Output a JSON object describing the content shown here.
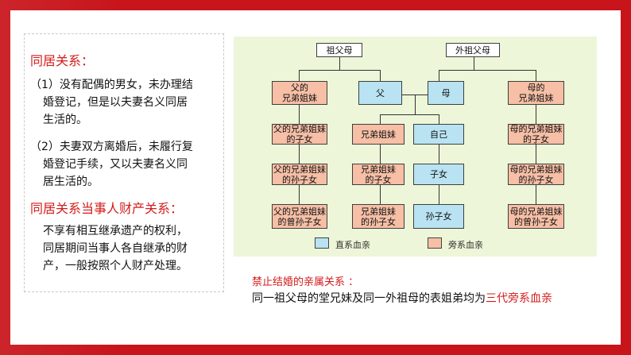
{
  "left": {
    "heading1": "同居关系：",
    "item1_line1": "（1）没有配偶的男女，未办理结",
    "item1_line2": "婚登记，但是以夫妻名义同居",
    "item1_line3": "生活的。",
    "item2_line1": "（2）夫妻双方离婚后，未履行复",
    "item2_line2": "婚登记手续，又以夫妻名义同",
    "item2_line3": "居生活的。",
    "heading2": "同居关系当事人财产关系：",
    "para_line1": "不享有相互继承遗产的权利，",
    "para_line2": "同居期间当事人各自继承的财",
    "para_line3": "产，一般按照个人财产处理。"
  },
  "tree": {
    "grandparents": "祖父母",
    "maternal_grandparents": "外祖父母",
    "father_siblings": "父的\n兄弟姐妹",
    "father": "父",
    "mother": "母",
    "mother_siblings": "母的\n兄弟姐妹",
    "father_siblings_children": "父的兄弟姐妹\n的子女",
    "siblings": "兄弟姐妹",
    "self": "自己",
    "mother_siblings_children": "母的兄弟姐妹\n的子女",
    "father_siblings_grandchildren": "父的兄弟姐妹\n的孙子女",
    "siblings_children": "兄弟姐妹\n的子女",
    "children": "子女",
    "mother_siblings_grandchildren": "母的兄弟姐妹\n的孙子女",
    "father_siblings_great_grandchildren": "父的兄弟姐妹\n的曾孙子女",
    "siblings_grandchildren": "兄弟姐妹\n的孙子女",
    "grandchildren": "孙子女",
    "mother_siblings_great_grandchildren": "母的兄弟姐妹\n的曾孙子女",
    "legend_direct": "直系血亲",
    "legend_collateral": "旁系血亲"
  },
  "bottom": {
    "title": "禁止结婚的亲属关系 ：",
    "sentence_prefix": "同一祖父母的堂兄妹及同一外祖母的表姐弟均为",
    "sentence_highlight": "三代旁系血亲"
  },
  "colors": {
    "frame_red": "#c8141b",
    "direct_blue": "#b9e3f2",
    "collateral_orange": "#f6bfa6",
    "tree_bg": "#edf6d8"
  }
}
